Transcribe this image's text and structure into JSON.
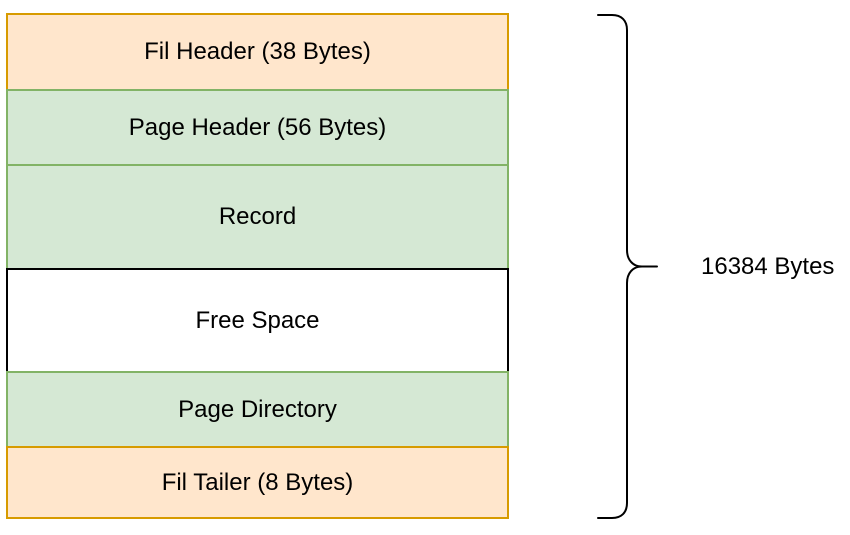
{
  "page": {
    "background": "#FFFFFF"
  },
  "diagram": {
    "boxes": [
      {
        "label": "Fil Header (38 Bytes)",
        "fill": "#FFE6CC",
        "border": "#D79B00",
        "height": 76
      },
      {
        "label": "Page Header (56 Bytes)",
        "fill": "#D5E8D4",
        "border": "#82B366",
        "height": 75
      },
      {
        "label": "Record",
        "fill": "#D5E8D4",
        "border": "#82B366",
        "height": 104
      },
      {
        "label": "Free Space",
        "fill": "#FFFFFF",
        "border": "#000000",
        "height": 103
      },
      {
        "label": "Page Directory",
        "fill": "#D5E8D4",
        "border": "#82B366",
        "height": 75
      },
      {
        "label": "Fil Tailer (8 Bytes)",
        "fill": "#FFE6CC",
        "border": "#D79B00",
        "height": 73
      }
    ],
    "brace": {
      "label": "16384 Bytes",
      "color": "#000000"
    }
  }
}
